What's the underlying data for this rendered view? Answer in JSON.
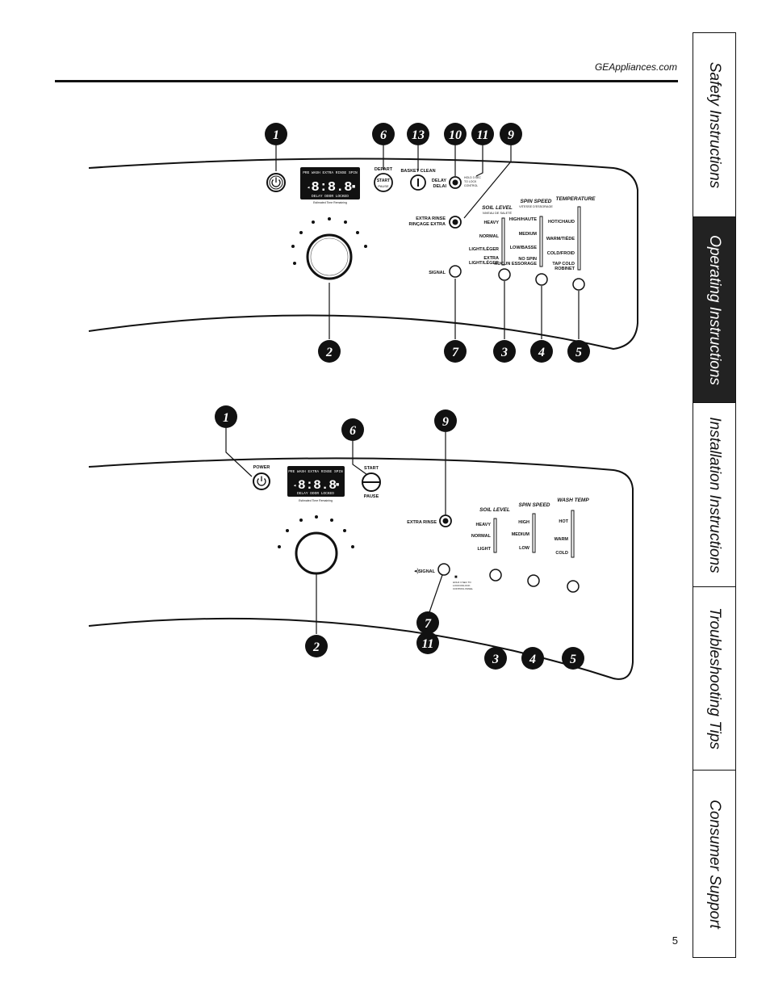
{
  "header": {
    "site": "GEAppliances.com"
  },
  "page_number": "5",
  "side_tabs": [
    {
      "label": "Safety Instructions"
    },
    {
      "label": "Operating Instructions"
    },
    {
      "label": "Installation Instructions"
    },
    {
      "label": "Troubleshooting Tips"
    },
    {
      "label": "Consumer Support"
    }
  ],
  "panel1": {
    "callouts": [
      "1",
      "6",
      "13",
      "10",
      "11",
      "9",
      "2",
      "7",
      "3",
      "4",
      "5"
    ],
    "display": {
      "top": "PRE WASH EXTRA RINSE SPIN",
      "digits": "8:8.8",
      "bottom": "DELAY  DOOR LOCKED",
      "caption": "Estimated Time Remaining"
    },
    "labels": {
      "start_top": "DEPART",
      "start_btn": "START",
      "start_btn2": "PAUSE",
      "basket": "BASKET CLEAN",
      "delay1": "DELAY",
      "delay2": "DELAI",
      "hold1": "HOLD 3 SEC",
      "hold2": "TO LOCK",
      "hold3": "CONTROL",
      "rinse1": "EXTRA RINSE",
      "rinse2": "RINÇAGE EXTRA",
      "signal": "SIGNAL"
    },
    "soil": {
      "title": "SOIL LEVEL",
      "subtitle": "NIVEAU DE SALETÉ",
      "levels": [
        "HEAVY",
        "NORMAL",
        "LIGHT/LÉGER",
        "EXTRA",
        "LIGHT/LÉGER"
      ]
    },
    "spin": {
      "title": "SPIN SPEED",
      "subtitle": "VITESSE D'ESSORAGE",
      "levels": [
        "HIGH/HAUTE",
        "MEDIUM",
        "LOW/BASSE",
        "NO SPIN",
        "AUCUN ESSORAGE"
      ]
    },
    "temp": {
      "title": "TEMPERATURE",
      "levels": [
        "HOT/CHAUD",
        "WARM/TIÈDE",
        "COLD/FROID",
        "TAP COLD",
        "ROBINET"
      ]
    }
  },
  "panel2": {
    "callouts": [
      "1",
      "6",
      "9",
      "2",
      "7",
      "11",
      "3",
      "4",
      "5"
    ],
    "display": {
      "top": "PRE WASH EXTRA RINSE SPIN",
      "digits": "8:8.8",
      "bottom": "DELAY  DOOR LOCKED",
      "caption": "Estimated Time Remaining"
    },
    "labels": {
      "power": "POWER",
      "start": "START",
      "pause": "PAUSE",
      "rinse": "EXTRA RINSE",
      "signal": "SIGNAL",
      "lock1": "HOLD 3 SEC TO",
      "lock2": "LOCK/UNLOCK",
      "lock3": "CONTROL PANEL"
    },
    "soil": {
      "title": "SOIL LEVEL",
      "levels": [
        "HEAVY",
        "NORMAL",
        "LIGHT"
      ]
    },
    "spin": {
      "title": "SPIN SPEED",
      "levels": [
        "HIGH",
        "MEDIUM",
        "LOW"
      ]
    },
    "temp": {
      "title": "WASH TEMP",
      "levels": [
        "HOT",
        "WARM",
        "COLD"
      ]
    }
  }
}
